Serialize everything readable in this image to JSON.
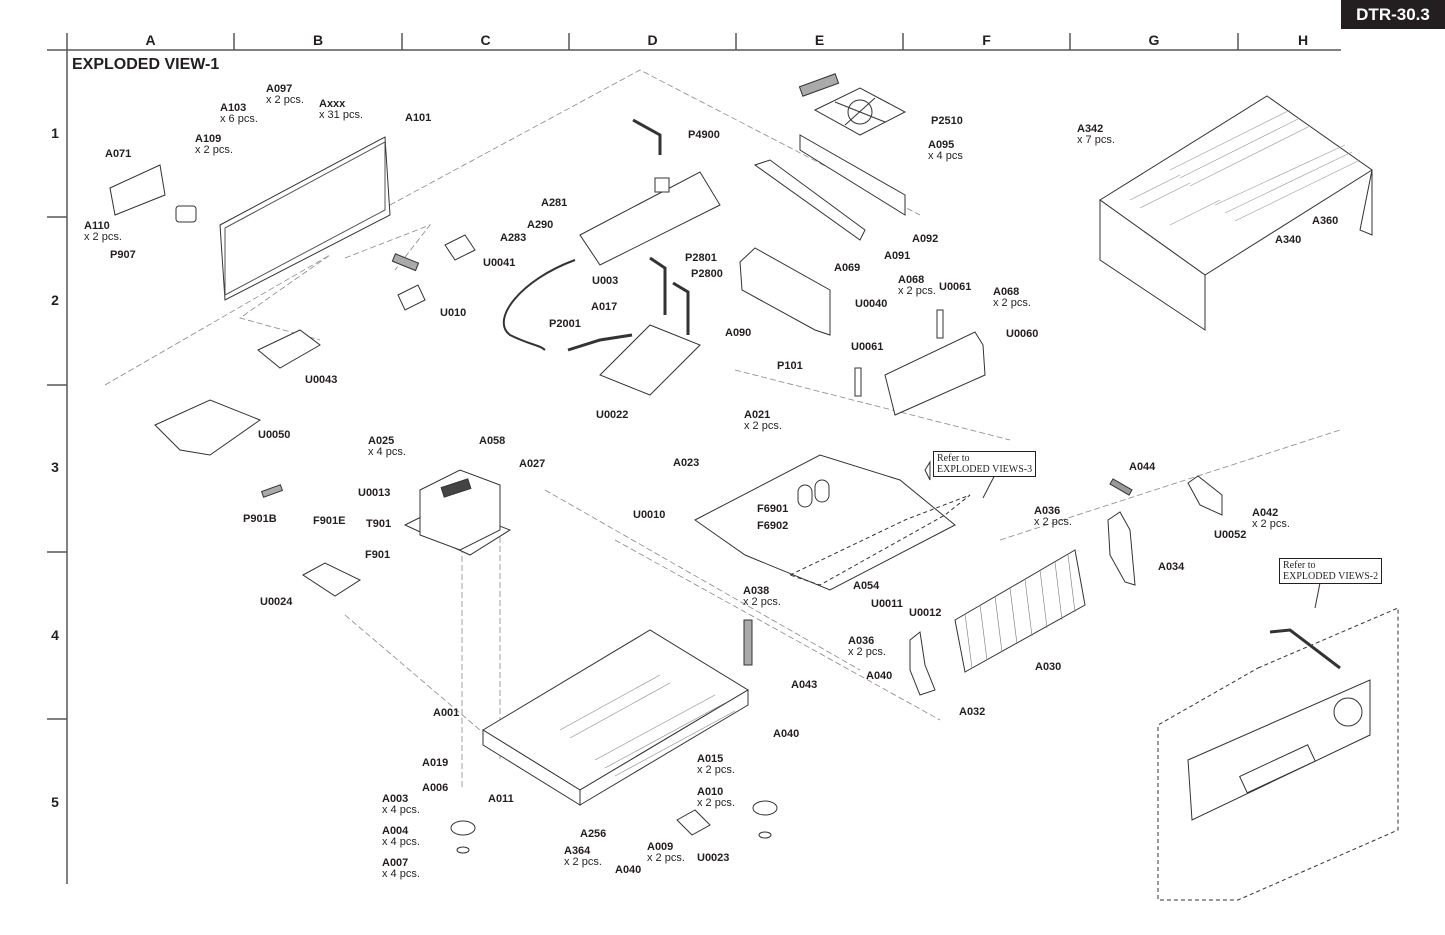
{
  "document": {
    "model": "DTR-30.3",
    "title": "EXPLODED VIEW-1"
  },
  "grid": {
    "columns": [
      "A",
      "B",
      "C",
      "D",
      "E",
      "F",
      "G",
      "H"
    ],
    "rows": [
      "1",
      "2",
      "3",
      "4",
      "5"
    ]
  },
  "references": [
    {
      "id": "ref-3",
      "line1": "Refer to",
      "line2": "EXPLODED VIEWS-3"
    },
    {
      "id": "ref-2",
      "line1": "Refer to",
      "line2": "EXPLODED VIEWS-2"
    }
  ],
  "parts": [
    {
      "code": "A097",
      "qty": "x 2 pcs."
    },
    {
      "code": "A103",
      "qty": "x 6 pcs."
    },
    {
      "code": "Axxx",
      "qty": "x 31 pcs."
    },
    {
      "code": "A101",
      "qty": ""
    },
    {
      "code": "A109",
      "qty": "x 2 pcs."
    },
    {
      "code": "A071",
      "qty": ""
    },
    {
      "code": "A110",
      "qty": "x 2 pcs."
    },
    {
      "code": "P907",
      "qty": ""
    },
    {
      "code": "U0041",
      "qty": ""
    },
    {
      "code": "U010",
      "qty": ""
    },
    {
      "code": "U0043",
      "qty": ""
    },
    {
      "code": "U0050",
      "qty": ""
    },
    {
      "code": "P4900",
      "qty": ""
    },
    {
      "code": "A281",
      "qty": ""
    },
    {
      "code": "A290",
      "qty": ""
    },
    {
      "code": "A283",
      "qty": ""
    },
    {
      "code": "U003",
      "qty": ""
    },
    {
      "code": "P2801",
      "qty": ""
    },
    {
      "code": "P2800",
      "qty": ""
    },
    {
      "code": "A017",
      "qty": ""
    },
    {
      "code": "P2001",
      "qty": ""
    },
    {
      "code": "U0022",
      "qty": ""
    },
    {
      "code": "P2510",
      "qty": ""
    },
    {
      "code": "A095",
      "qty": "x 4 pcs"
    },
    {
      "code": "A091",
      "qty": ""
    },
    {
      "code": "A092",
      "qty": ""
    },
    {
      "code": "A069",
      "qty": ""
    },
    {
      "code": "U0040",
      "qty": ""
    },
    {
      "code": "A090",
      "qty": ""
    },
    {
      "code": "A068",
      "qty": "x 2 pcs."
    },
    {
      "code": "U0061",
      "qty": ""
    },
    {
      "code": "A068",
      "qty": "x 2 pcs."
    },
    {
      "code": "U0060",
      "qty": ""
    },
    {
      "code": "U0061",
      "qty": ""
    },
    {
      "code": "P101",
      "qty": ""
    },
    {
      "code": "A021",
      "qty": "x 2 pcs."
    },
    {
      "code": "A342",
      "qty": "x 7 pcs."
    },
    {
      "code": "A360",
      "qty": ""
    },
    {
      "code": "A340",
      "qty": ""
    },
    {
      "code": "A025",
      "qty": "x 4 pcs."
    },
    {
      "code": "A058",
      "qty": ""
    },
    {
      "code": "A027",
      "qty": ""
    },
    {
      "code": "U0013",
      "qty": ""
    },
    {
      "code": "T901",
      "qty": ""
    },
    {
      "code": "P901B",
      "qty": ""
    },
    {
      "code": "F901E",
      "qty": ""
    },
    {
      "code": "F901",
      "qty": ""
    },
    {
      "code": "U0024",
      "qty": ""
    },
    {
      "code": "A023",
      "qty": ""
    },
    {
      "code": "U0010",
      "qty": ""
    },
    {
      "code": "F6901",
      "qty": ""
    },
    {
      "code": "F6902",
      "qty": ""
    },
    {
      "code": "A038",
      "qty": "x 2 pcs."
    },
    {
      "code": "A054",
      "qty": ""
    },
    {
      "code": "U0011",
      "qty": ""
    },
    {
      "code": "U0012",
      "qty": ""
    },
    {
      "code": "A044",
      "qty": ""
    },
    {
      "code": "A036",
      "qty": "x 2 pcs."
    },
    {
      "code": "A034",
      "qty": ""
    },
    {
      "code": "U0052",
      "qty": ""
    },
    {
      "code": "A042",
      "qty": "x 2 pcs."
    },
    {
      "code": "A036",
      "qty": "x 2 pcs."
    },
    {
      "code": "A040",
      "qty": ""
    },
    {
      "code": "A032",
      "qty": ""
    },
    {
      "code": "A030",
      "qty": ""
    },
    {
      "code": "A043",
      "qty": ""
    },
    {
      "code": "A040",
      "qty": ""
    },
    {
      "code": "A001",
      "qty": ""
    },
    {
      "code": "A019",
      "qty": ""
    },
    {
      "code": "A006",
      "qty": ""
    },
    {
      "code": "A003",
      "qty": "x 4 pcs."
    },
    {
      "code": "A004",
      "qty": "x 4 pcs."
    },
    {
      "code": "A007",
      "qty": "x 4 pcs."
    },
    {
      "code": "A011",
      "qty": ""
    },
    {
      "code": "A256",
      "qty": ""
    },
    {
      "code": "A364",
      "qty": "x 2 pcs."
    },
    {
      "code": "A040",
      "qty": ""
    },
    {
      "code": "A009",
      "qty": "x 2 pcs."
    },
    {
      "code": "U0023",
      "qty": ""
    },
    {
      "code": "A015",
      "qty": "x 2 pcs."
    },
    {
      "code": "A010",
      "qty": "x 2 pcs."
    }
  ]
}
